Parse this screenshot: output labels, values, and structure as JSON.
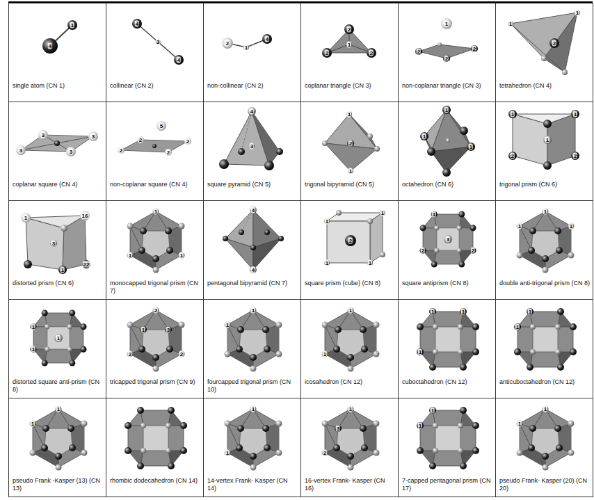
{
  "diagram": {
    "nodes": [
      {
        "text": [
          "single atom (CN 1)"
        ]
      },
      {
        "text": [
          "collinear (CN 2)"
        ]
      },
      {
        "text": [
          "non-collinear (CN 2)"
        ]
      },
      {
        "text": [
          "coplanar triangle (CN 3)"
        ]
      },
      {
        "text": [
          "non-coplanar triangle (CN 3)"
        ]
      },
      {
        "text": [
          "tetrahedron (CN 4)"
        ]
      },
      {
        "text": [
          "coplanar square (CN 4)"
        ]
      },
      {
        "text": [
          "non-coplanar square (CN 4)"
        ]
      },
      {
        "text": [
          "square pyramid (CN 5)"
        ]
      },
      {
        "text": [
          "trigonal bipyramid (CN 5)"
        ]
      },
      {
        "text": [
          "octahedron (CN 6)"
        ]
      },
      {
        "text": [
          "trigonal prism (CN 6)"
        ]
      },
      {
        "text": [
          "distorted prism (CN 6)"
        ]
      },
      {
        "text": [
          "monocapped trigonal prism (CN 7)"
        ]
      },
      {
        "text": [
          "pentagonal bipyramid (CN 7)"
        ]
      },
      {
        "text": [
          "square prism (cube) (CN 8)"
        ]
      },
      {
        "text": [
          "square antiprism (CN 8)"
        ]
      },
      {
        "text": [
          "double anti-trigonal prism (CN 8)"
        ]
      },
      {
        "text": [
          "distorted square anti-prism (CN 8)"
        ]
      },
      {
        "text": [
          "tricapped trigonal prism (CN 9)"
        ]
      },
      {
        "text": [
          "fourcapped trigonal prism (CN 10)"
        ]
      },
      {
        "text": [
          "icosahedron (CN 12)"
        ]
      },
      {
        "text": [
          "cuboctahedron (CN 12)"
        ]
      },
      {
        "text": [
          "anticuboctahedron (CN 12)"
        ]
      },
      {
        "text": [
          "pseudo Frank -Kasper (13) (CN 13)"
        ]
      },
      {
        "text": [
          "rhombic dodecahedron (CN 14)"
        ]
      },
      {
        "text": [
          "14-vertex Frank- Kasper (CN 14)"
        ]
      },
      {
        "text": [
          "16-vertex Frank- Kasper (CN 16)"
        ]
      },
      {
        "text": [
          "7-capped pentagonal prism (CN 17)"
        ]
      },
      {
        "text": [
          "pseudo Frank- Kasper (20) (CN 20)"
        ]
      }
    ],
    "labels": [
      "1",
      "4",
      "4",
      "3",
      "4",
      "2",
      "1",
      "4",
      "2",
      "1",
      "2",
      "2",
      "1",
      "2",
      "2",
      "2",
      "1",
      "2",
      "1",
      "3",
      "3",
      "3",
      "3",
      "5",
      "2",
      "2",
      "2",
      "2",
      "4",
      "3",
      "1",
      "2",
      "1",
      "1",
      "1",
      "1",
      "1",
      "1",
      "2",
      "2",
      "1",
      "1",
      "16",
      "3",
      "1",
      "22",
      "1",
      "1",
      "1",
      "4",
      "4",
      "1",
      "1",
      "2",
      "1",
      "1",
      "1",
      "3",
      "2",
      "2",
      "1",
      "1",
      "1",
      "1",
      "1",
      "1",
      "1",
      "2",
      "3",
      "2",
      "2",
      "1",
      "1",
      "1",
      "1",
      "1",
      "1",
      "1",
      "1",
      "1",
      "1",
      "1",
      "1",
      "1",
      "1",
      "2",
      "3",
      "1",
      "1",
      "1",
      "1"
    ]
  }
}
